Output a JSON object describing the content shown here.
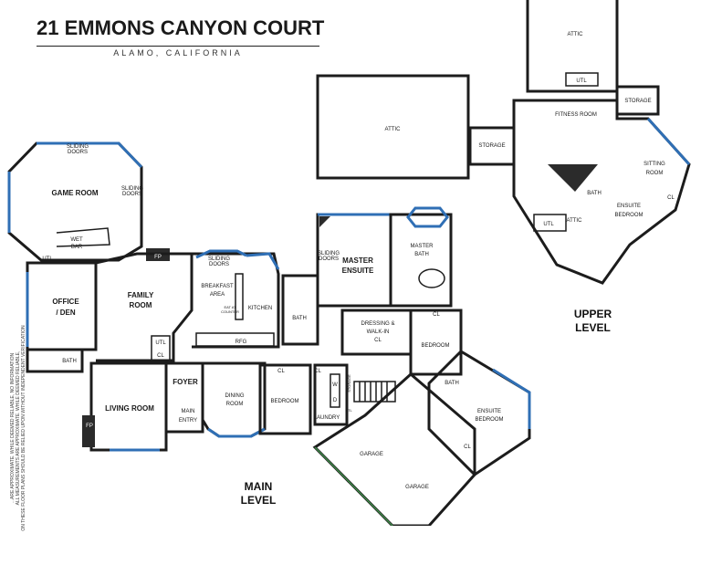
{
  "header": {
    "title": "21 EMMONS CANYON COURT",
    "subtitle": "ALAMO, CALIFORNIA"
  },
  "levels": {
    "main_line1": "MAIN",
    "main_line2": "LEVEL",
    "upper_line1": "UPPER",
    "upper_line2": "LEVEL"
  },
  "disclaimer": {
    "line1": "...ARE APPROXIMATE. WHILE DEEMED RELIABLE, NO INFORMATION",
    "line2": "ALL MEASUREMENTS ARE APPROXIMATE. WHILE DEEMED RELIABLE,",
    "line3": "ON THESE FLOOR PLANS SHOULD BE RELIED UPON WITHOUT INDEPENDENT VERIFICATION"
  },
  "rooms": {
    "game_room": "GAME ROOM",
    "wet_bar_1": "WET",
    "wet_bar_2": "BAR",
    "utl_main": "UTL",
    "fp_game": "FP",
    "office_1": "OFFICE",
    "office_2": "/ DEN",
    "bath_office": "BATH",
    "family_room_1": "FAMILY",
    "family_room_2": "ROOM",
    "utl_family": "UTL",
    "cl_family": "CL",
    "living_room": "LIVING ROOM",
    "fp_living": "FP",
    "foyer": "FOYER",
    "main_entry_1": "MAIN",
    "main_entry_2": "ENTRY",
    "dining_room_1": "DINING",
    "dining_room_2": "ROOM",
    "breakfast_1": "BREAKFAST",
    "breakfast_2": "AREA",
    "eat_at_1": "EAT AT",
    "eat_at_2": "COUNTER",
    "kitchen": "KITCHEN",
    "rfg": "RFG",
    "bath_hall": "BATH",
    "bedroom_hall": "BEDROOM",
    "cl_bedroom_hall": "CL",
    "cl_laundry": "CL",
    "laundry": "LAUNDRY",
    "w": "W",
    "d": "D",
    "storage_laundry": "STORAGE",
    "utl_laundry": "UTL",
    "master_ensuite_1": "MASTER",
    "master_ensuite_2": "ENSUITE",
    "master_bath_1": "MASTER",
    "master_bath_2": "BATH",
    "dressing_1": "DRESSING &",
    "dressing_2": "WALK-IN",
    "dressing_3": "CL",
    "cl_bedroom_east": "CL",
    "bedroom_east": "BEDROOM",
    "bath_east": "BATH",
    "ensuite_bedroom_1": "ENSUITE",
    "ensuite_bedroom_2": "BEDROOM",
    "cl_ensuite": "CL",
    "garage_1": "GARAGE",
    "garage_2": "GARAGE",
    "attic_west": "ATTIC",
    "storage_upper_1": "STORAGE",
    "attic_top": "ATTIC",
    "utl_upper_top": "UTL",
    "storage_upper_2": "STORAGE",
    "fitness_room": "FITNESS ROOM",
    "sitting_room_1": "SITTING",
    "sitting_room_2": "ROOM",
    "bath_upper": "BATH",
    "ensuite_bedroom_upper_1": "ENSUITE",
    "ensuite_bedroom_upper_2": "BEDROOM",
    "cl_upper": "CL",
    "attic_lower": "ATTIC",
    "utl_upper_lower": "UTL",
    "sliding_doors": "SLIDING",
    "sliding_doors_2": "DOORS"
  }
}
